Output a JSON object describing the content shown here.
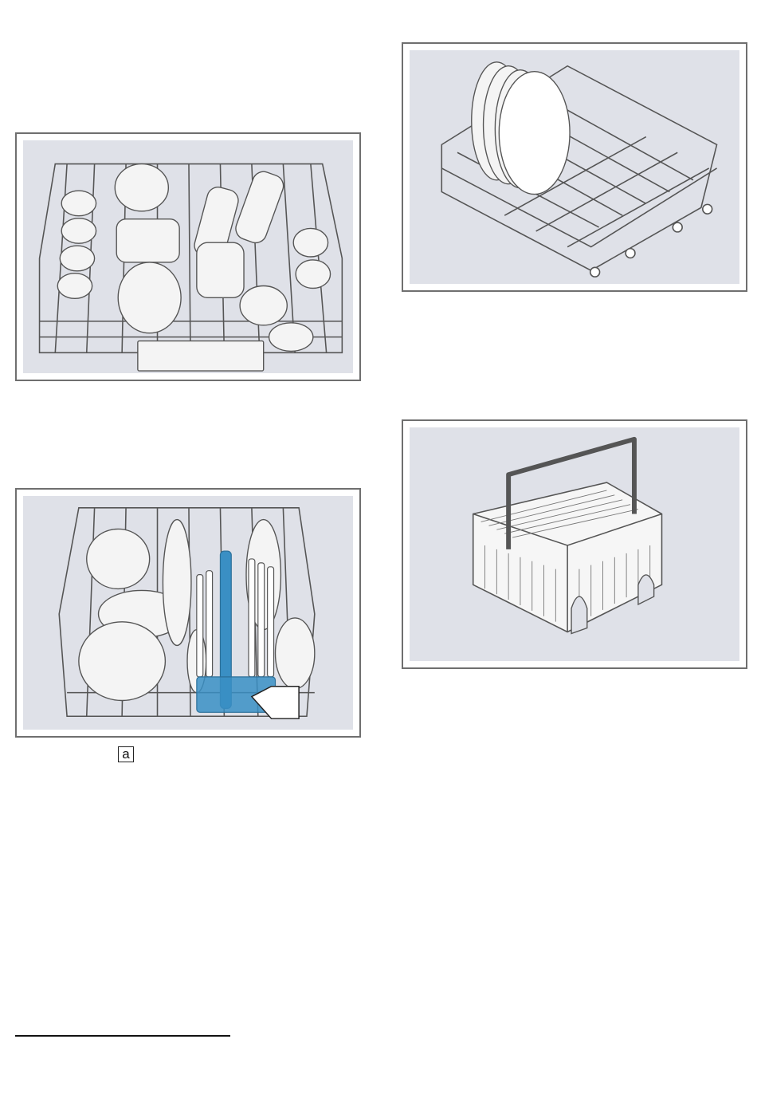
{
  "figures": {
    "upper_basket": {
      "label": "upper-basket-loaded"
    },
    "lower_basket": {
      "label": "lower-basket-loaded",
      "callout": "a"
    },
    "rack_empty": {
      "label": "lower-rack-with-plates"
    },
    "cutlery_basket": {
      "label": "cutlery-basket"
    }
  },
  "colors": {
    "panel_bg": "#dfe1e8",
    "frame": "#6f6f6f",
    "highlight": "#3a8fc4"
  }
}
